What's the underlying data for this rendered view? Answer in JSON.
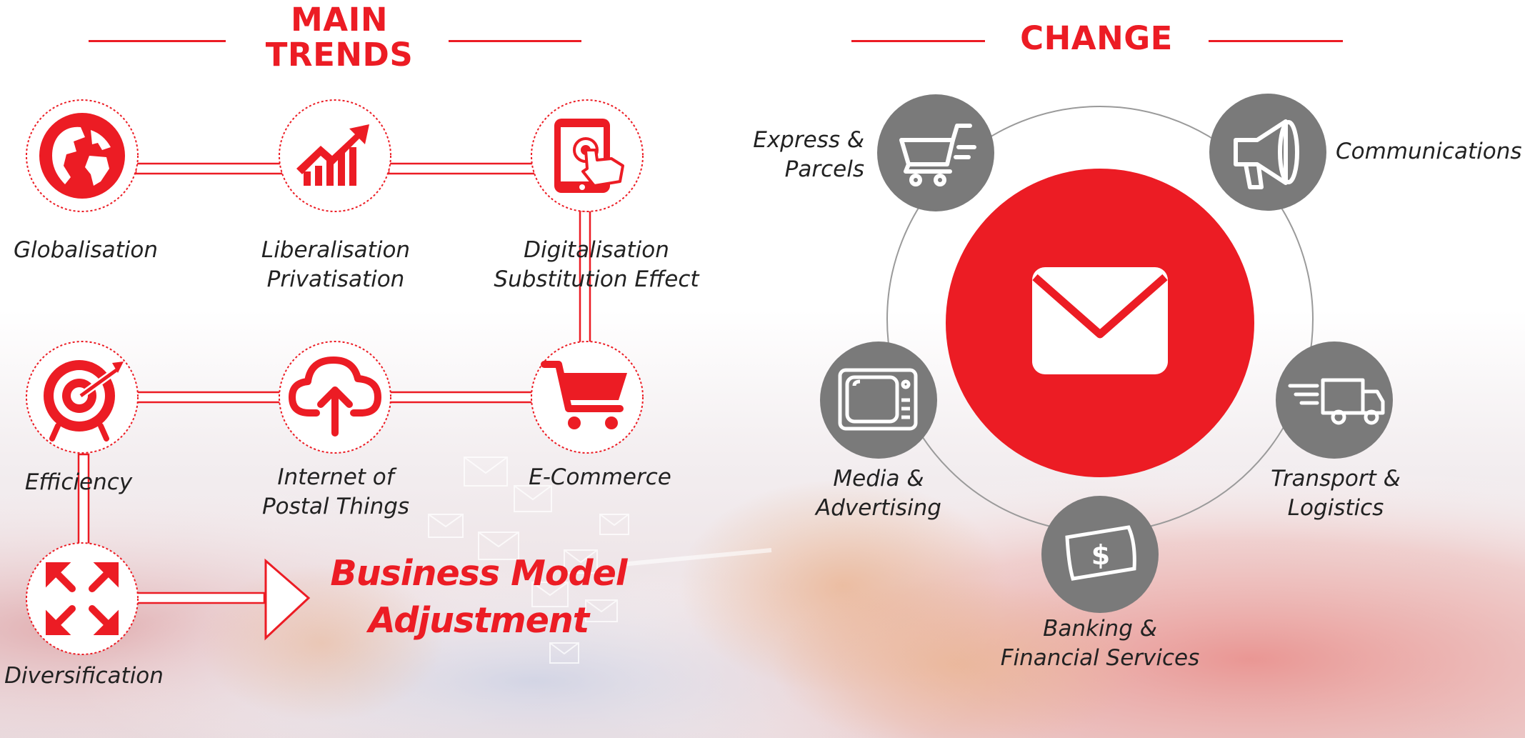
{
  "colors": {
    "accent": "#ec1c24",
    "gray_icon": "#7a7a7a",
    "connector": "#ec1c24"
  },
  "main_trends": {
    "heading_line1": "MAIN",
    "heading_line2": "TRENDS",
    "trends": [
      {
        "label": "Globalisation",
        "icon": "globe-icon"
      },
      {
        "label": "Liberalisation\nPrivatisation",
        "icon": "growth-chart-icon"
      },
      {
        "label": "Digitalisation\nSubstitution Effect",
        "icon": "tablet-touch-icon"
      },
      {
        "label": "Efficiency",
        "icon": "target-icon"
      },
      {
        "label": "Internet of\nPostal Things",
        "icon": "cloud-upload-icon"
      },
      {
        "label": "E-Commerce",
        "icon": "shopping-cart-icon"
      },
      {
        "label": "Diversification",
        "icon": "expand-arrows-icon"
      }
    ],
    "result_line1": "Business Model",
    "result_line2": "Adjustment"
  },
  "change": {
    "heading": "CHANGE",
    "center_icon": "envelope-icon",
    "segments": [
      {
        "label": "Express &\nParcels",
        "icon": "cart-icon"
      },
      {
        "label": "Communications",
        "icon": "megaphone-icon"
      },
      {
        "label": "Transport &\nLogistics",
        "icon": "truck-icon"
      },
      {
        "label": "Banking &\nFinancial Services",
        "icon": "banknote-icon"
      },
      {
        "label": "Media &\nAdvertising",
        "icon": "television-icon"
      }
    ]
  }
}
